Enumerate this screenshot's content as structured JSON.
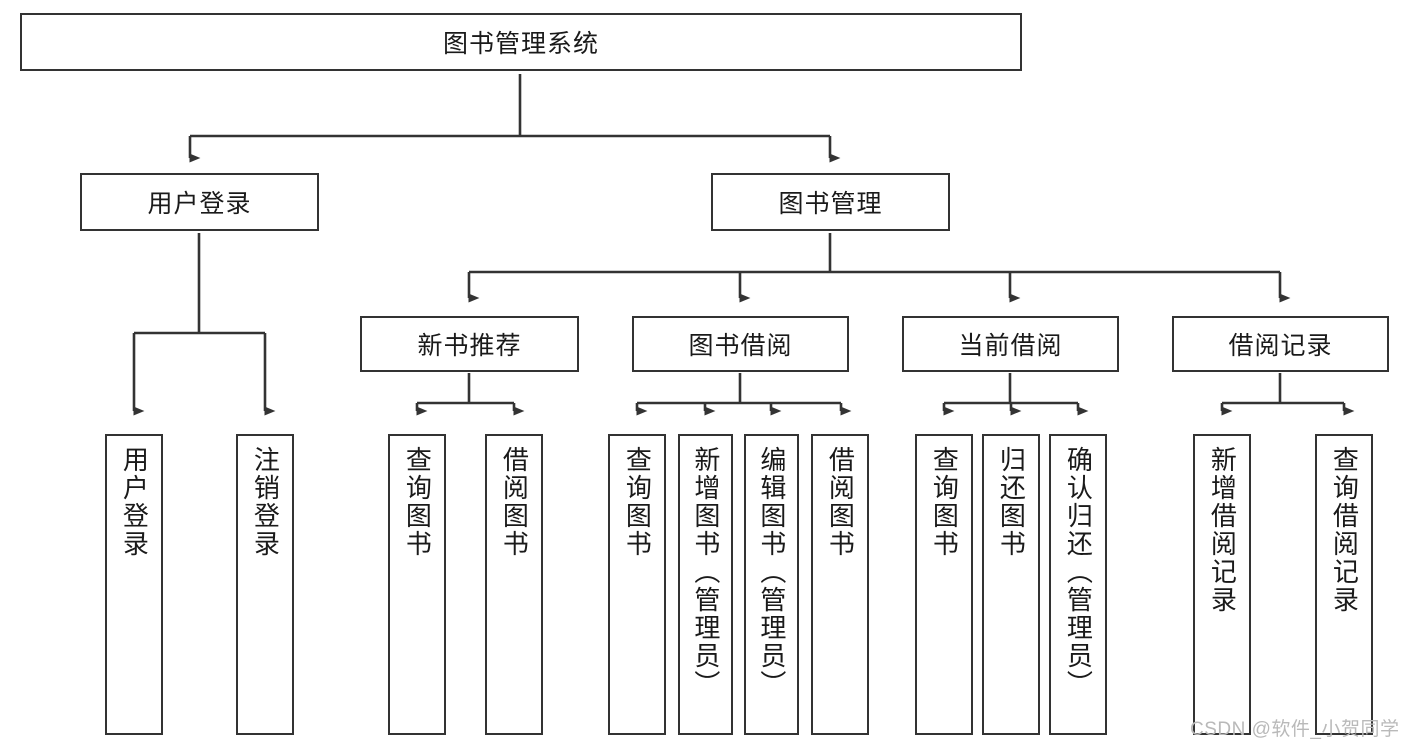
{
  "diagram": {
    "type": "tree-hierarchy",
    "title": "图书管理系统",
    "watermark": "CSDN @软件_小贺同学",
    "colors": {
      "stroke": "#333333",
      "fill": "#ffffff",
      "text": "#1a1a1a",
      "watermark": "#b9b9b9"
    },
    "nodes": {
      "root": {
        "label": "图书管理系统",
        "level": 1,
        "orientation": "horizontal"
      },
      "l2": [
        {
          "id": "user-login",
          "label": "用户登录",
          "level": 2,
          "orientation": "horizontal"
        },
        {
          "id": "book-manage",
          "label": "图书管理",
          "level": 2,
          "orientation": "horizontal"
        }
      ],
      "l3": [
        {
          "id": "new-book-rec",
          "label": "新书推荐",
          "level": 3,
          "orientation": "horizontal"
        },
        {
          "id": "book-borrow",
          "label": "图书借阅",
          "level": 3,
          "orientation": "horizontal"
        },
        {
          "id": "current-borrow",
          "label": "当前借阅",
          "level": 3,
          "orientation": "horizontal"
        },
        {
          "id": "borrow-record",
          "label": "借阅记录",
          "level": 3,
          "orientation": "horizontal"
        }
      ],
      "leaves": [
        {
          "id": "leaf-user-login",
          "label": "用户登录",
          "parent": "user-login",
          "orientation": "vertical"
        },
        {
          "id": "leaf-logout-login",
          "label": "注销登录",
          "parent": "user-login",
          "orientation": "vertical"
        },
        {
          "id": "leaf-query-book-1",
          "label": "查询图书",
          "parent": "new-book-rec",
          "orientation": "vertical"
        },
        {
          "id": "leaf-borrow-book-1",
          "label": "借阅图书",
          "parent": "new-book-rec",
          "orientation": "vertical"
        },
        {
          "id": "leaf-query-book-2",
          "label": "查询图书",
          "parent": "book-borrow",
          "orientation": "vertical"
        },
        {
          "id": "leaf-add-book",
          "label": "新增图书（管理员）",
          "parent": "book-borrow",
          "orientation": "vertical"
        },
        {
          "id": "leaf-edit-book",
          "label": "编辑图书（管理员）",
          "parent": "book-borrow",
          "orientation": "vertical"
        },
        {
          "id": "leaf-borrow-book-2",
          "label": "借阅图书",
          "parent": "book-borrow",
          "orientation": "vertical"
        },
        {
          "id": "leaf-query-book-3",
          "label": "查询图书",
          "parent": "current-borrow",
          "orientation": "vertical"
        },
        {
          "id": "leaf-return-book",
          "label": "归还图书",
          "parent": "current-borrow",
          "orientation": "vertical"
        },
        {
          "id": "leaf-confirm-return",
          "label": "确认归还（管理员）",
          "parent": "current-borrow",
          "orientation": "vertical"
        },
        {
          "id": "leaf-add-record",
          "label": "新增借阅记录",
          "parent": "borrow-record",
          "orientation": "vertical"
        },
        {
          "id": "leaf-query-record",
          "label": "查询借阅记录",
          "parent": "borrow-record",
          "orientation": "vertical"
        }
      ]
    }
  }
}
